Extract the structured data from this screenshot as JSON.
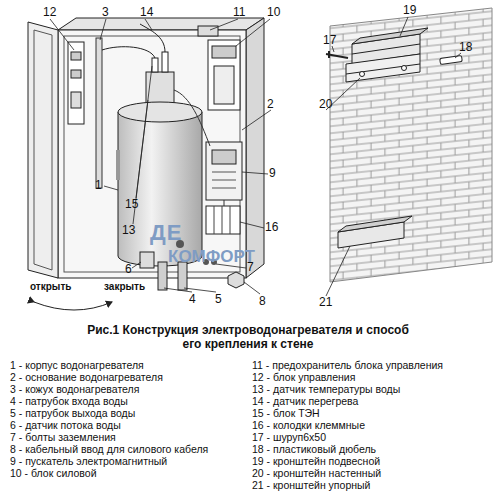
{
  "diagram": {
    "caption": "Рис.1 Конструкция электроводонагревателя и способ его крепления к стене",
    "labels": [
      "12",
      "3",
      "14",
      "11",
      "10",
      "19",
      "18",
      "17",
      "2",
      "20",
      "15",
      "13",
      "1",
      "9",
      "16",
      "21",
      "6",
      "7",
      "4",
      "5",
      "8",
      "открыть",
      "закрыть",
      "ДЕ",
      "КОМФОРТ",
      "1 - корпус водонагревателя",
      "2 - основание водонагревателя",
      "3 - кожух водонагревателя",
      "4 - патрубок входа воды",
      "5 - патрубок выхода воды",
      "6 - датчик потока воды",
      "7 - болты заземления",
      "8 - кабельный ввод для силового кабеля",
      "9 - пускатель электромагнитный",
      "10 - блок силовой",
      "11 - предохранитель блока управления",
      "12 - блок управления",
      "13 - датчик температуры воды",
      "14 - датчик перегрева",
      "15 - блок ТЭН",
      "16 - колодки клеммные",
      "17 - шуруп6х50",
      "18 - пластиковый дюбель",
      "19 - кронштейн подвесной",
      "20 - кронштейн настенный",
      "21 - кронштейн упорный"
    ]
  }
}
